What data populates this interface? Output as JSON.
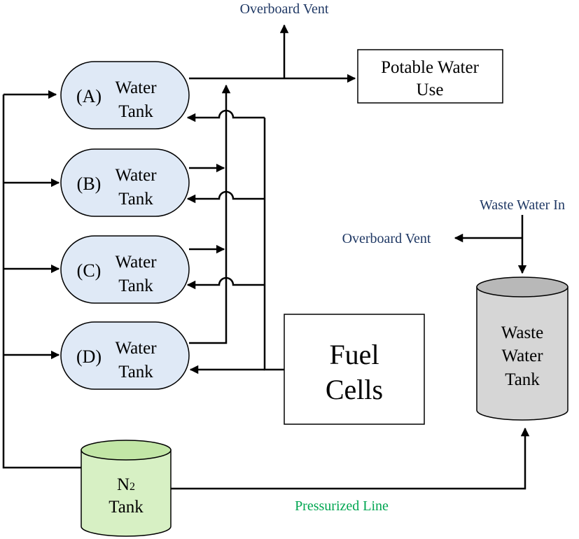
{
  "colors": {
    "water_tank_fill": "#dfe9f6",
    "n2_tank_body": "#d7f0c4",
    "n2_tank_top": "#c2e6a6",
    "waste_tank_body": "#d6d6d6",
    "waste_tank_top": "#b8b8b8",
    "annotation_blue": "#1f3864",
    "annotation_green": "#00a651",
    "line": "#000000"
  },
  "water_tanks": [
    {
      "letter": "(A)",
      "line1": "Water",
      "line2": "Tank"
    },
    {
      "letter": "(B)",
      "line1": "Water",
      "line2": "Tank"
    },
    {
      "letter": "(C)",
      "line1": "Water",
      "line2": "Tank"
    },
    {
      "letter": "(D)",
      "line1": "Water",
      "line2": "Tank"
    }
  ],
  "potable": {
    "line1": "Potable Water",
    "line2": "Use"
  },
  "fuel_cells": {
    "line1": "Fuel",
    "line2": "Cells"
  },
  "waste_tank": {
    "line1": "Waste",
    "line2": "Water",
    "line3": "Tank"
  },
  "n2_tank": {
    "symbol": "N",
    "subscript": "2",
    "line2": "Tank"
  },
  "annotations": {
    "overboard_vent_top": "Overboard Vent",
    "overboard_vent_right": "Overboard Vent",
    "waste_water_in": "Waste Water In",
    "pressurized_line": "Pressurized Line"
  }
}
